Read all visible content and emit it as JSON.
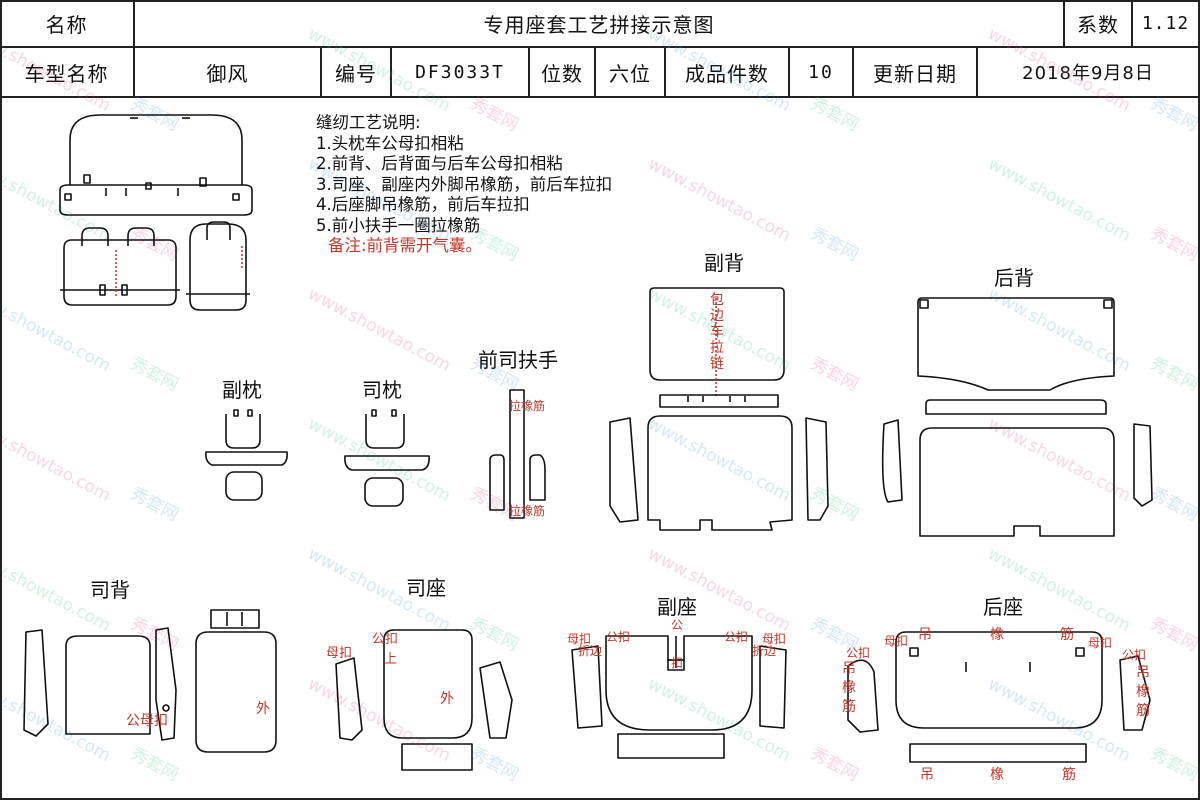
{
  "header": {
    "name_label": "名称",
    "title": "专用座套工艺拼接示意图",
    "coef_label": "系数",
    "coef_value": "1.12",
    "model_label": "车型名称",
    "model_value": "御风",
    "number_label": "编号",
    "number_value": "DF3033T",
    "seats_label": "位数",
    "seats_value": "六位",
    "pieces_label": "成品件数",
    "pieces_value": "10",
    "date_label": "更新日期",
    "date_value": "2018年9月8日"
  },
  "notes": {
    "title": "缝纫工艺说明:",
    "items": [
      "1.头枕车公母扣相粘",
      "2.前背、后背面与后车公母扣相粘",
      "3.司座、副座内外脚吊橡筋，前后车拉扣",
      "4.后座脚吊橡筋，前后车拉扣",
      "5.前小扶手一圈拉橡筋"
    ],
    "remark": "备注:前背需开气囊。"
  },
  "parts": {
    "fu_bei": "副背",
    "hou_bei": "后背",
    "qian_si_fushou": "前司扶手",
    "fu_zhen": "副枕",
    "si_zhen": "司枕",
    "si_bei": "司背",
    "si_zuo": "司座",
    "fu_zuo": "副座",
    "hou_zuo": "后座"
  },
  "annotations": {
    "bao_bian": [
      "包",
      "边",
      "车",
      "拉",
      "链"
    ],
    "la_xiang_jin": "拉橡筋",
    "gong_mu_kou": "公母扣",
    "wai": "外",
    "mu_kou": "母扣",
    "gong_kou": "公扣",
    "shang": "上",
    "gong": "公",
    "kou": "扣",
    "zhe_bian": "折边",
    "diao": "吊",
    "xiang": "橡",
    "jin": "筋",
    "gong_kou_side": "公扣",
    "diao_xiang_jin": [
      "吊",
      "橡",
      "筋"
    ]
  },
  "watermark": {
    "cn": "秀套网",
    "en": "www.showtao.com"
  },
  "colors": {
    "ink": "#111111",
    "annotation_red": "#c0392b",
    "wm_1": "#e84393",
    "wm_2": "#3d9be9",
    "wm_3": "#2ecc71"
  }
}
